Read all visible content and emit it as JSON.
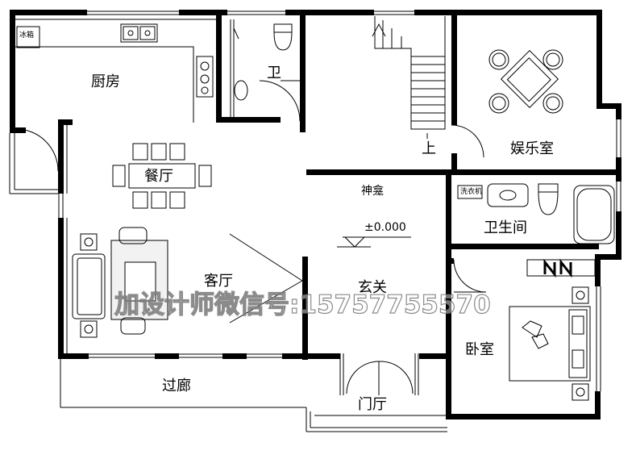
{
  "rooms": {
    "kitchen": "厨房",
    "fridge": "冰箱",
    "bath_small": "卫",
    "stairs_up": "上",
    "entertainment": "娱乐室",
    "dining": "餐厅",
    "shrine": "神龛",
    "bathroom": "卫生间",
    "washer": "洗衣机",
    "living": "客厅",
    "foyer": "玄关",
    "bedroom": "卧室",
    "corridor": "过廊",
    "entry_hall": "门厅"
  },
  "elevation": "±0.000",
  "watermark": "加设计师微信号:15757755570"
}
